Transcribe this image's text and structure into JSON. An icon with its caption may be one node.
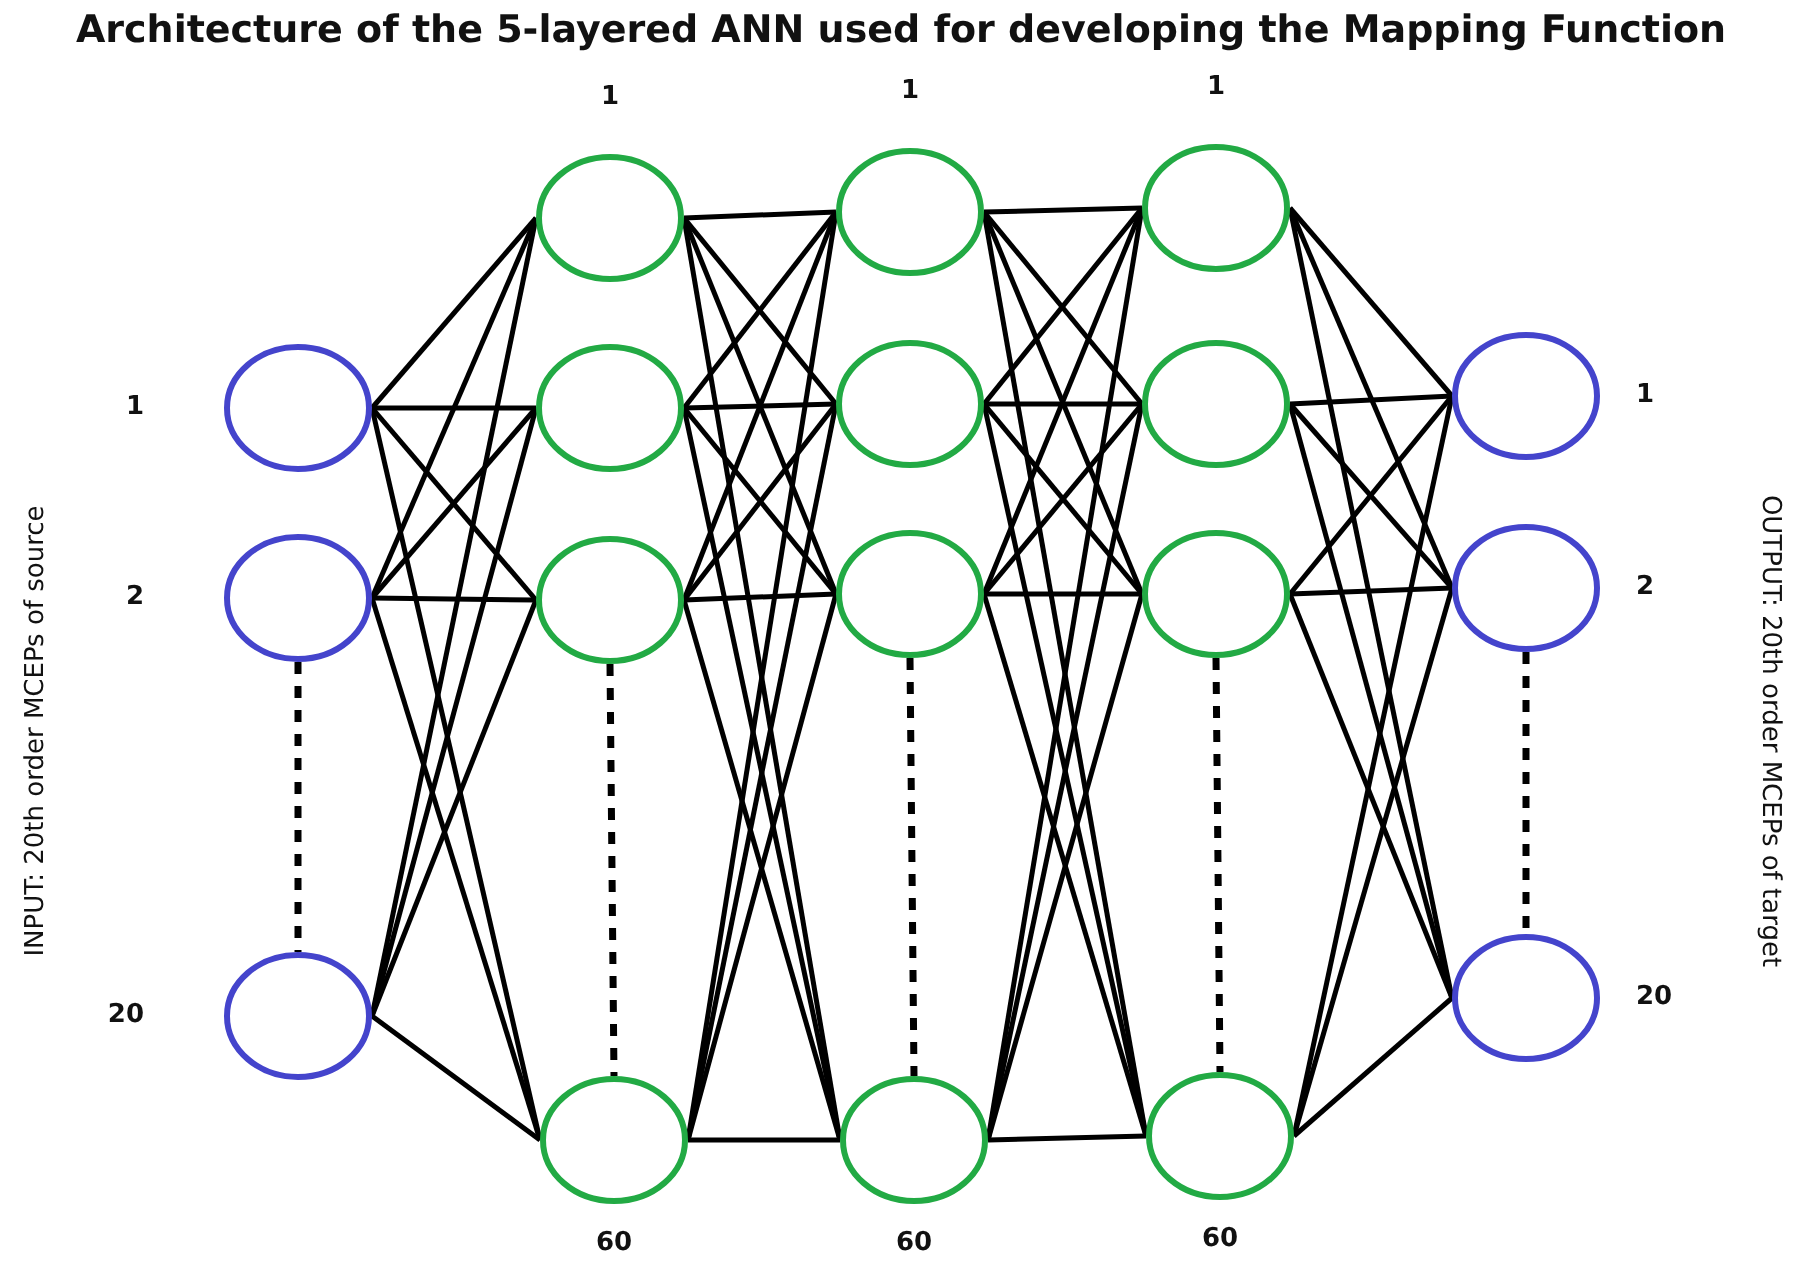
{
  "diagram": {
    "title": "Architecture of the 5-layered ANN used for developing the Mapping Function",
    "nodes": [
      {
        "text": [],
        "shape": "circle",
        "beside": [
          "1"
        ]
      },
      {
        "text": [],
        "shape": "circle",
        "beside": [
          "2"
        ]
      },
      {
        "text": [],
        "shape": "circle",
        "beside": [
          "20"
        ]
      },
      {
        "text": [],
        "shape": "circle",
        "beside": [
          "1"
        ]
      },
      {
        "text": [],
        "shape": "circle"
      },
      {
        "text": [],
        "shape": "circle"
      },
      {
        "text": [],
        "shape": "circle",
        "beside": [
          "60"
        ]
      },
      {
        "text": [],
        "shape": "circle",
        "beside": [
          "1"
        ]
      },
      {
        "text": [],
        "shape": "circle"
      },
      {
        "text": [],
        "shape": "circle"
      },
      {
        "text": [],
        "shape": "circle",
        "beside": [
          "60"
        ]
      },
      {
        "text": [],
        "shape": "circle",
        "beside": [
          "1"
        ]
      },
      {
        "text": [],
        "shape": "circle"
      },
      {
        "text": [],
        "shape": "circle"
      },
      {
        "text": [],
        "shape": "circle",
        "beside": [
          "60"
        ]
      },
      {
        "text": [],
        "shape": "circle",
        "beside": [
          "1"
        ]
      },
      {
        "text": [],
        "shape": "circle",
        "beside": [
          "2"
        ]
      },
      {
        "text": [],
        "shape": "circle",
        "beside": [
          "20"
        ]
      }
    ],
    "edges": [
      {
        "from": 0,
        "to": 3,
        "arrow": "none"
      },
      {
        "from": 0,
        "to": 4,
        "arrow": "none"
      },
      {
        "from": 0,
        "to": 5,
        "arrow": "none"
      },
      {
        "from": 0,
        "to": 6,
        "arrow": "none"
      },
      {
        "from": 1,
        "to": 3,
        "arrow": "none"
      },
      {
        "from": 1,
        "to": 4,
        "arrow": "none"
      },
      {
        "from": 1,
        "to": 5,
        "arrow": "none"
      },
      {
        "from": 1,
        "to": 6,
        "arrow": "none"
      },
      {
        "from": 2,
        "to": 3,
        "arrow": "none"
      },
      {
        "from": 2,
        "to": 4,
        "arrow": "none"
      },
      {
        "from": 2,
        "to": 5,
        "arrow": "none"
      },
      {
        "from": 2,
        "to": 6,
        "arrow": "none"
      },
      {
        "from": 3,
        "to": 7,
        "arrow": "none"
      },
      {
        "from": 3,
        "to": 8,
        "arrow": "none"
      },
      {
        "from": 3,
        "to": 9,
        "arrow": "none"
      },
      {
        "from": 3,
        "to": 10,
        "arrow": "none"
      },
      {
        "from": 4,
        "to": 7,
        "arrow": "none"
      },
      {
        "from": 4,
        "to": 8,
        "arrow": "none"
      },
      {
        "from": 4,
        "to": 9,
        "arrow": "none"
      },
      {
        "from": 4,
        "to": 10,
        "arrow": "none"
      },
      {
        "from": 5,
        "to": 7,
        "arrow": "none"
      },
      {
        "from": 5,
        "to": 8,
        "arrow": "none"
      },
      {
        "from": 5,
        "to": 9,
        "arrow": "none"
      },
      {
        "from": 5,
        "to": 10,
        "arrow": "none"
      },
      {
        "from": 6,
        "to": 7,
        "arrow": "none"
      },
      {
        "from": 6,
        "to": 8,
        "arrow": "none"
      },
      {
        "from": 6,
        "to": 9,
        "arrow": "none"
      },
      {
        "from": 6,
        "to": 10,
        "arrow": "none"
      },
      {
        "from": 7,
        "to": 11,
        "arrow": "none"
      },
      {
        "from": 7,
        "to": 12,
        "arrow": "none"
      },
      {
        "from": 7,
        "to": 13,
        "arrow": "none"
      },
      {
        "from": 7,
        "to": 14,
        "arrow": "none"
      },
      {
        "from": 8,
        "to": 11,
        "arrow": "none"
      },
      {
        "from": 8,
        "to": 12,
        "arrow": "none"
      },
      {
        "from": 8,
        "to": 13,
        "arrow": "none"
      },
      {
        "from": 8,
        "to": 14,
        "arrow": "none"
      },
      {
        "from": 9,
        "to": 11,
        "arrow": "none"
      },
      {
        "from": 9,
        "to": 12,
        "arrow": "none"
      },
      {
        "from": 9,
        "to": 13,
        "arrow": "none"
      },
      {
        "from": 9,
        "to": 14,
        "arrow": "none"
      },
      {
        "from": 10,
        "to": 11,
        "arrow": "none"
      },
      {
        "from": 10,
        "to": 12,
        "arrow": "none"
      },
      {
        "from": 10,
        "to": 13,
        "arrow": "none"
      },
      {
        "from": 10,
        "to": 14,
        "arrow": "none"
      },
      {
        "from": 11,
        "to": 15,
        "arrow": "none"
      },
      {
        "from": 11,
        "to": 16,
        "arrow": "none"
      },
      {
        "from": 11,
        "to": 17,
        "arrow": "none"
      },
      {
        "from": 12,
        "to": 15,
        "arrow": "none"
      },
      {
        "from": 12,
        "to": 16,
        "arrow": "none"
      },
      {
        "from": 12,
        "to": 17,
        "arrow": "none"
      },
      {
        "from": 13,
        "to": 15,
        "arrow": "none"
      },
      {
        "from": 13,
        "to": 16,
        "arrow": "none"
      },
      {
        "from": 13,
        "to": 17,
        "arrow": "none"
      },
      {
        "from": 14,
        "to": 15,
        "arrow": "none"
      },
      {
        "from": 14,
        "to": 16,
        "arrow": "none"
      },
      {
        "from": 14,
        "to": 17,
        "arrow": "none"
      },
      {
        "from": 1,
        "to": 2,
        "arrow": "none",
        "style": "dashed"
      },
      {
        "from": 5,
        "to": 6,
        "arrow": "none",
        "style": "dashed"
      },
      {
        "from": 9,
        "to": 10,
        "arrow": "none",
        "style": "dashed"
      },
      {
        "from": 13,
        "to": 14,
        "arrow": "none",
        "style": "dashed"
      },
      {
        "from": 16,
        "to": 17,
        "arrow": "none",
        "style": "dashed"
      }
    ],
    "labels": [
      "INPUT: 20th order MCEPs of source",
      "OUTPUT: 20th order MCEPs of target"
    ]
  }
}
